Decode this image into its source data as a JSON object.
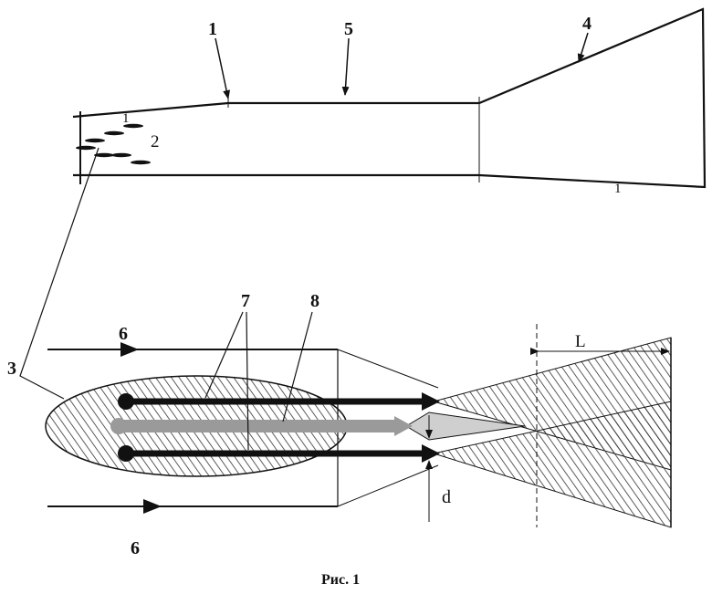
{
  "labels": {
    "l1": "1",
    "l2": "2",
    "l3": "3",
    "l4": "4",
    "l5": "5",
    "l6a": "6",
    "l6b": "6",
    "l7": "7",
    "l8": "8",
    "tick1a": "1",
    "tick1b": "1",
    "L": "L",
    "d": "d"
  },
  "caption": "Рис. 1",
  "colors": {
    "ink": "#111111",
    "gray": "#9a9a9a",
    "light": "#d0d0d0"
  }
}
